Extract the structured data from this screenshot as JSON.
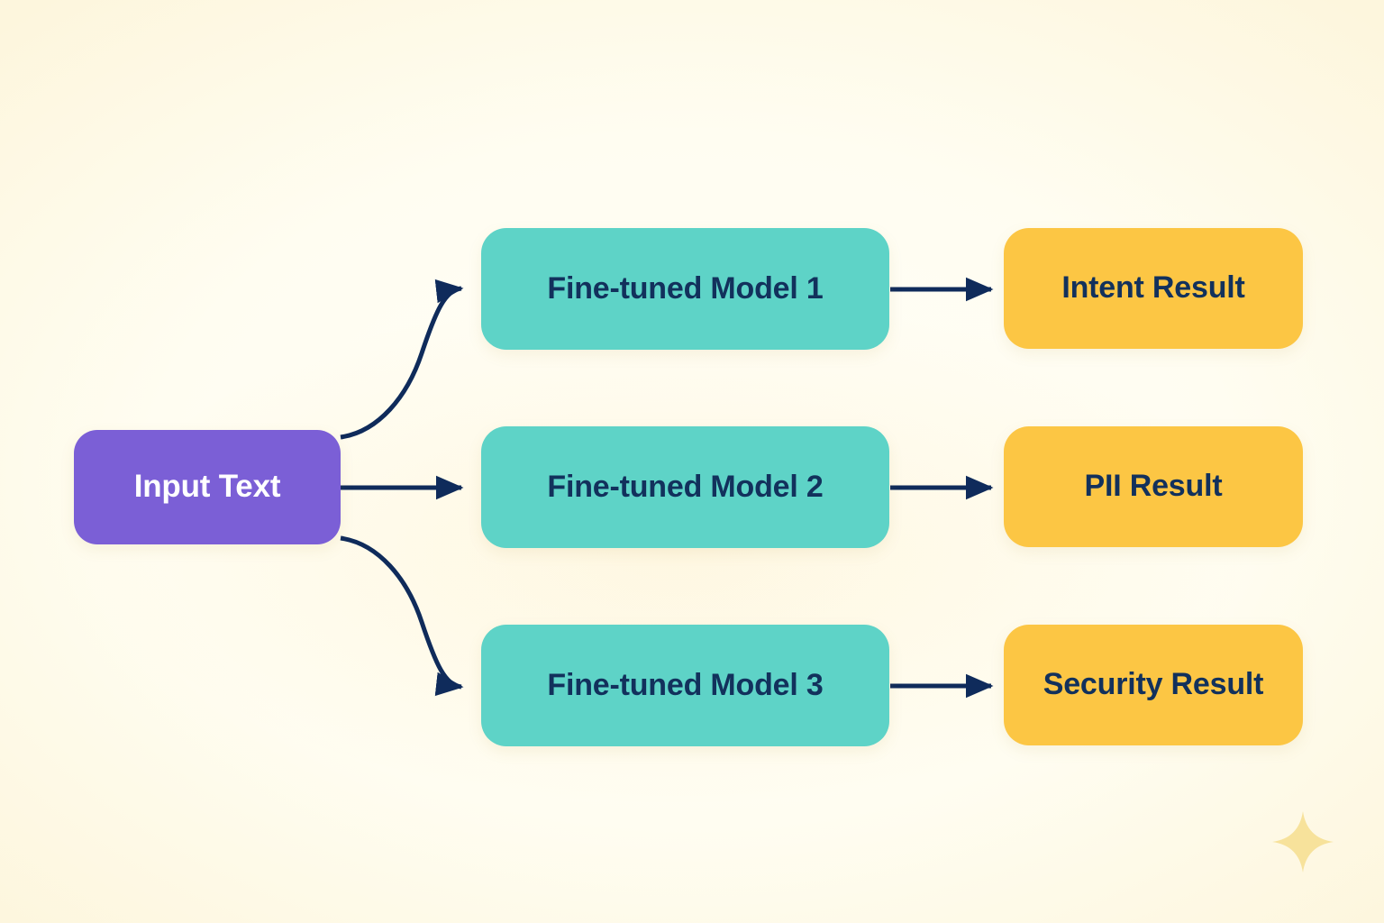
{
  "diagram": {
    "title_text_visible": false,
    "background_color": "#fffdf2",
    "accent_colors": {
      "input": "#7b5fd6",
      "model": "#5ed3c7",
      "result": "#fcc644",
      "arrow": "#0f2b5b",
      "node_text_dark": "#12315c",
      "node_text_light": "#ffffff",
      "sparkle": "#f7e29b"
    },
    "input_node": {
      "label": "Input Text"
    },
    "model_nodes": [
      {
        "label": "Fine-tuned Model 1"
      },
      {
        "label": "Fine-tuned Model 2"
      },
      {
        "label": "Fine-tuned Model 3"
      }
    ],
    "result_nodes": [
      {
        "label": "Intent Result"
      },
      {
        "label": "PII Result"
      },
      {
        "label": "Security Result"
      }
    ],
    "decorations": {
      "sparkle_icon": "sparkle-four-point-star"
    }
  }
}
